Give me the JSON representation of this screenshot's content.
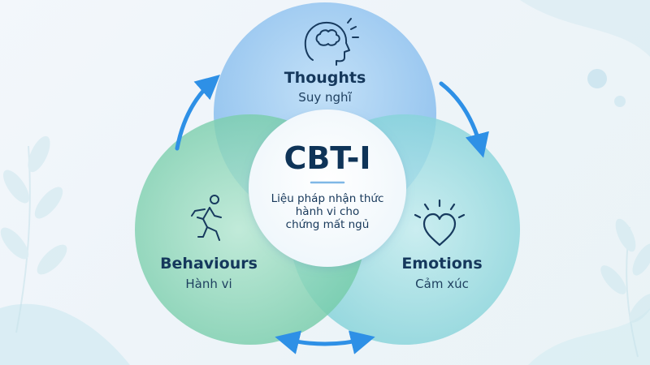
{
  "center": {
    "title": "CBT-I",
    "description_lines": [
      "Liệu pháp nhận thức",
      "hành vi cho",
      "chứng mất ngủ"
    ]
  },
  "nodes": {
    "thoughts": {
      "title": "Thoughts",
      "subtitle": "Suy nghĩ",
      "icon": "brain-head-icon"
    },
    "emotions": {
      "title": "Emotions",
      "subtitle": "Cảm xúc",
      "icon": "heart-icon"
    },
    "behaviours": {
      "title": "Behaviours",
      "subtitle": "Hành vi",
      "icon": "running-person-icon"
    }
  },
  "colors": {
    "thoughts": "#8fc3f0",
    "emotions": "#8fd9dc",
    "behaviours": "#86d3b4",
    "arrow": "#2e90e6",
    "text": "#15385c"
  }
}
